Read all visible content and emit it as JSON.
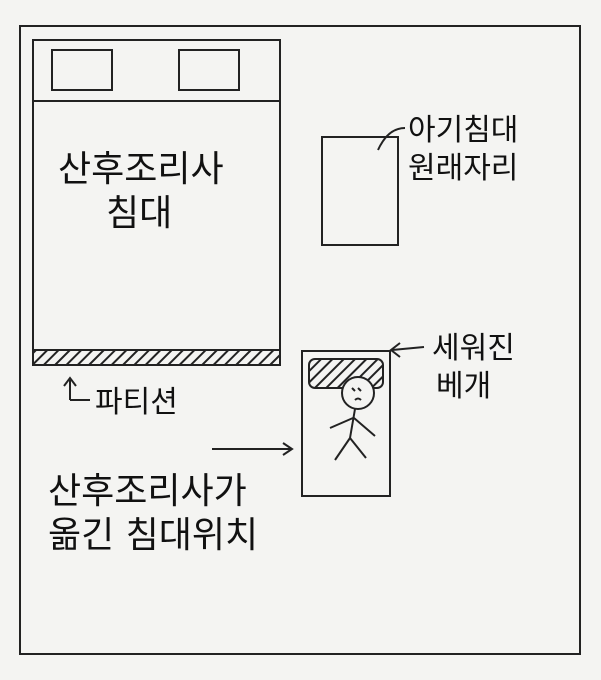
{
  "labels": {
    "main_bed_line1": "산후조리사",
    "main_bed_line2": "침대",
    "baby_bed_line1": "아기침대",
    "baby_bed_line2": "원래자리",
    "partition": "파티션",
    "pillow_line1": "세워진",
    "pillow_line2": "베개",
    "moved_bed_line1": "산후조리사가",
    "moved_bed_line2": "옮긴 침대위치"
  },
  "colors": {
    "ink": "#222222",
    "paper": "#f4f4f2"
  }
}
